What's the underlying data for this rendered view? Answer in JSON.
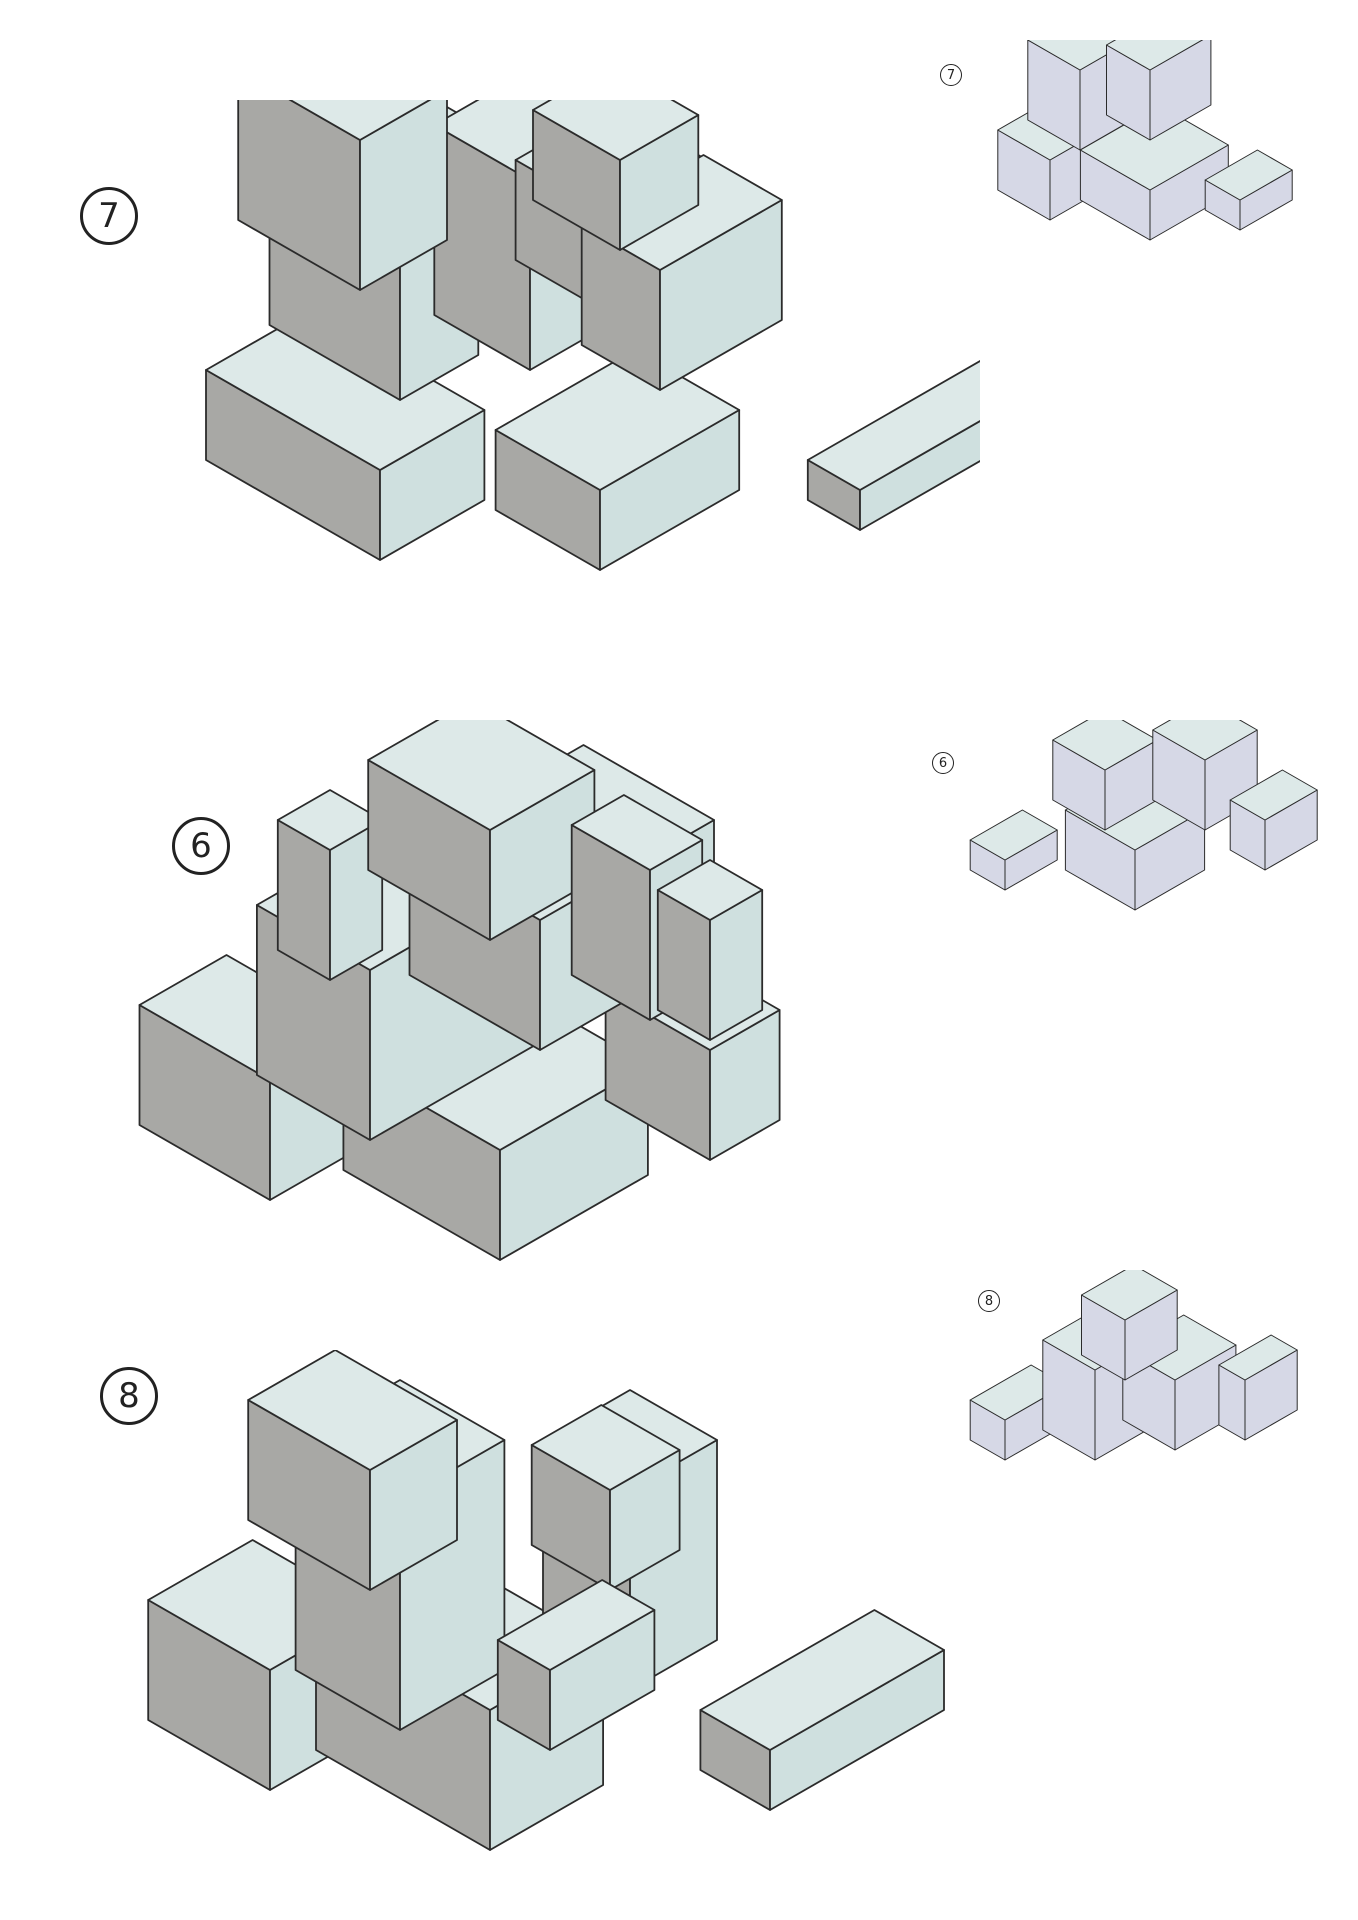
{
  "sheet": {
    "variants": [
      {
        "number": "7"
      },
      {
        "number": "6"
      },
      {
        "number": "8"
      }
    ]
  },
  "colors": {
    "lit_face": "#cfe0df",
    "shadow_face": "#a8a8a5",
    "top_face": "#dde9e8",
    "ink": "#2b2b2b",
    "thumb_face": "#d6d8e6"
  }
}
